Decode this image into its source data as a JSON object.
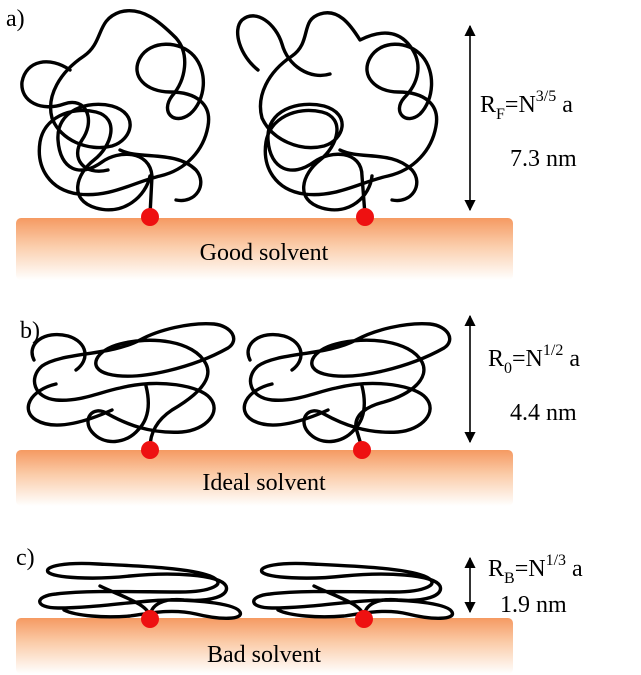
{
  "panels": [
    {
      "letter": "a)",
      "solvent": "Good solvent",
      "radius_symbol": "R",
      "radius_sub": "F",
      "formula_base": "=N",
      "exponent": "3/5",
      "formula_tail": " a",
      "size": "7.3 nm"
    },
    {
      "letter": "b)",
      "solvent": "Ideal solvent",
      "radius_symbol": "R",
      "radius_sub": "0",
      "formula_base": "=N",
      "exponent": "1/2",
      "formula_tail": " a",
      "size": "4.4 nm"
    },
    {
      "letter": "c)",
      "solvent": "Bad solvent",
      "radius_symbol": "R",
      "radius_sub": "B",
      "formula_base": "=N",
      "exponent": "1/3",
      "formula_tail": " a",
      "size": "1.9 nm"
    }
  ],
  "colors": {
    "anchor": "#ee1111",
    "substrate_top": "#f59a62",
    "substrate_bottom": "#ffffff",
    "chain": "#000000"
  }
}
